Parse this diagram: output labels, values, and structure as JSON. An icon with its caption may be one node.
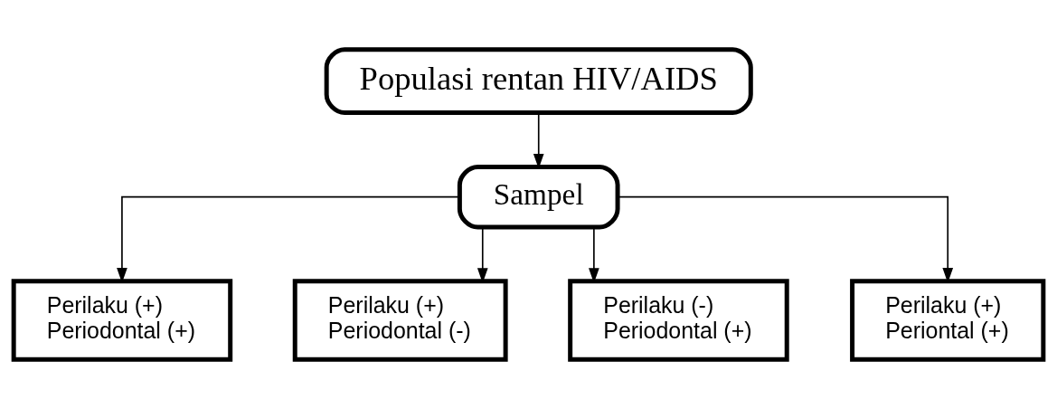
{
  "diagram": {
    "nodes": [
      {
        "text": [
          "Populasi rentan HIV/AIDS"
        ]
      },
      {
        "text": [
          "Sampel"
        ]
      },
      {
        "text": [
          "Perilaku (+)",
          "Periodontal (+)"
        ]
      },
      {
        "text": [
          "Perilaku (+)",
          "Periodontal (-)"
        ]
      },
      {
        "text": [
          "Perilaku (-)",
          "Periodontal (+)"
        ]
      },
      {
        "text": [
          "Perilaku (+)",
          "Periontal (+)"
        ]
      }
    ],
    "edges": [
      {
        "from": 0,
        "to": 1,
        "arrow": "to"
      },
      {
        "from": 1,
        "to": 2,
        "arrow": "to"
      },
      {
        "from": 1,
        "to": 3,
        "arrow": "to"
      },
      {
        "from": 1,
        "to": 4,
        "arrow": "to"
      },
      {
        "from": 1,
        "to": 5,
        "arrow": "to"
      }
    ]
  }
}
